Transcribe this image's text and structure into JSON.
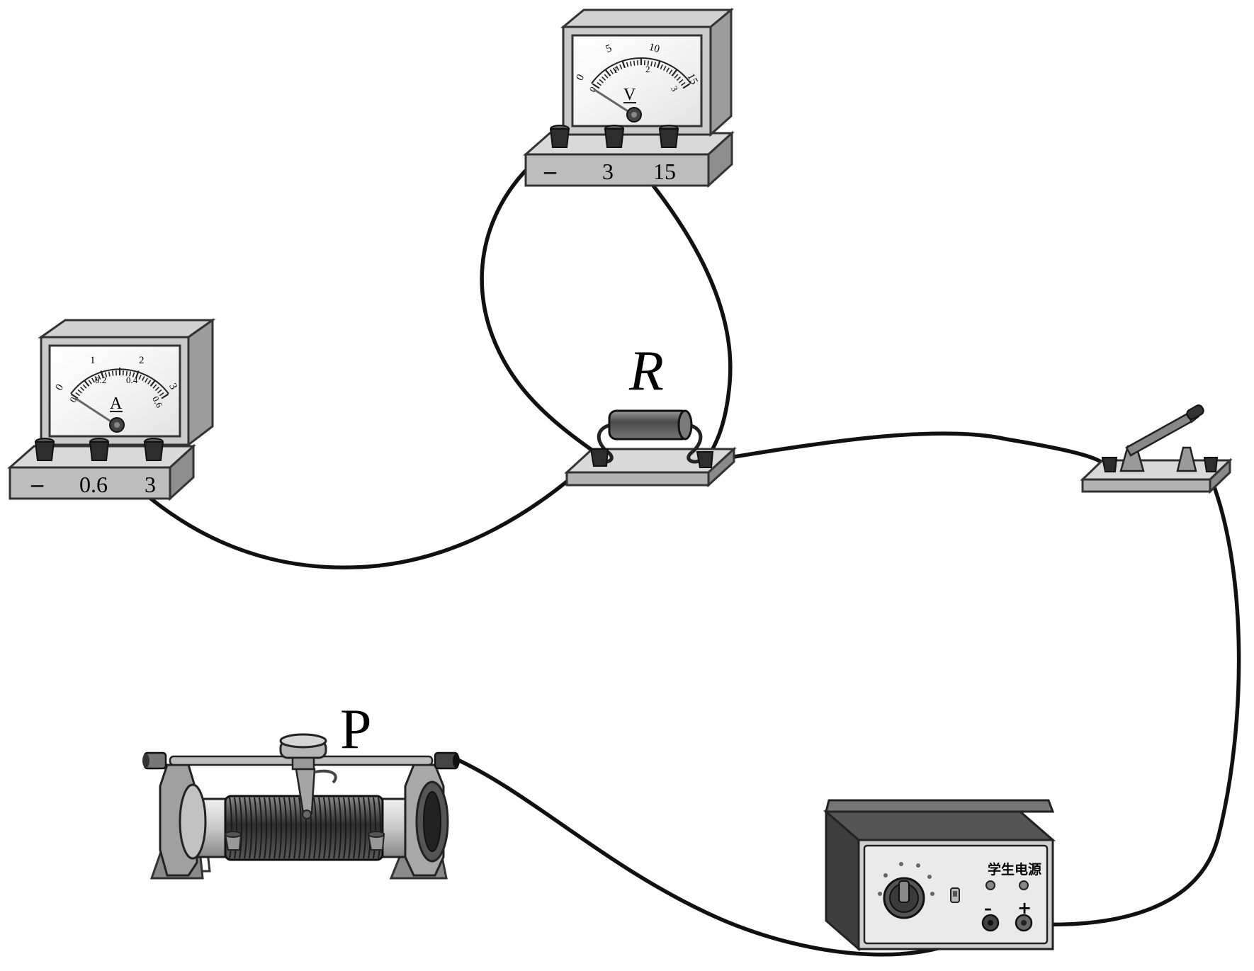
{
  "labels": {
    "resistor": "R",
    "slider": "P"
  },
  "voltmeter": {
    "symbol": "V",
    "top_scale": [
      "0",
      "5",
      "10",
      "15"
    ],
    "bottom_scale": [
      "0",
      "1",
      "2",
      "3"
    ],
    "terminals": [
      "–",
      "3",
      "15"
    ]
  },
  "ammeter": {
    "symbol": "A",
    "top_scale": [
      "0",
      "1",
      "2",
      "3"
    ],
    "bottom_scale": [
      "0",
      "0.2",
      "0.4",
      "0.6"
    ],
    "terminals": [
      "–",
      "0.6",
      "3"
    ]
  },
  "power_supply": {
    "title": "学生电源",
    "minus": "–",
    "plus": "+"
  },
  "colors": {
    "wire": "#111111",
    "body_light": "#d4d4d4",
    "body_mid": "#a8a8a8",
    "body_dark": "#555555"
  }
}
